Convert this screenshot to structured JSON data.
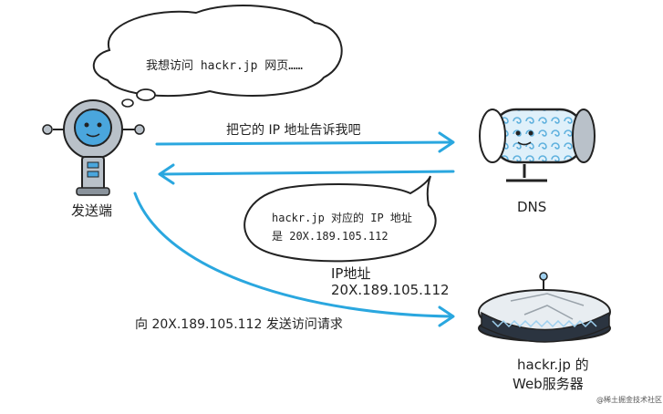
{
  "thought_bubble": {
    "text": "我想访问 hackr.jp 网页……"
  },
  "client": {
    "label": "发送端"
  },
  "dns": {
    "label": "DNS"
  },
  "server": {
    "label_line1": "hackr.jp 的",
    "label_line2": "Web服务器"
  },
  "arrows": {
    "request_dns": "把它的 IP 地址告诉我吧",
    "dns_reply_bubble_line1": "hackr.jp 对应的 IP 地址",
    "dns_reply_bubble_line2": "是 20X.189.105.112",
    "ip_label_line1": "IP地址",
    "ip_label_line2": "20X.189.105.112",
    "request_server": "向 20X.189.105.112 发送访问请求"
  },
  "watermark": "@稀土掘金技术社区",
  "colors": {
    "arrow": "#2aa7df",
    "robot_face": "#4aa6dd",
    "robot_body": "#b9c1c9",
    "dns_pattern": "#5fb1de",
    "server_base": "#2b3440",
    "server_accent": "#9fd0ef"
  }
}
